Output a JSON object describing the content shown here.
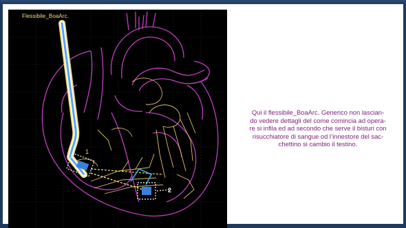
{
  "diagram": {
    "title": "Flessibile_BoaArc.",
    "label_1": "1",
    "label_2": "2"
  },
  "caption": {
    "text": "Qui il flessibile_BoaArc. Generico non lascian-\ndo vedere dettagli del come comincia ad opera-\nre si infila ed ad secondo che serve il bisturi con\nrisucchiatore di sangue od l’innestore del sac-\nchettino si cambio il testino."
  },
  "colors": {
    "heart_outline": "#c040c0",
    "valve_outline": "#e0c070",
    "tube_outer": "#f2e07a",
    "tube_inner": "#5aa0ff",
    "tool_blue": "#3a7fd8",
    "caption": "#7a1f7a"
  }
}
